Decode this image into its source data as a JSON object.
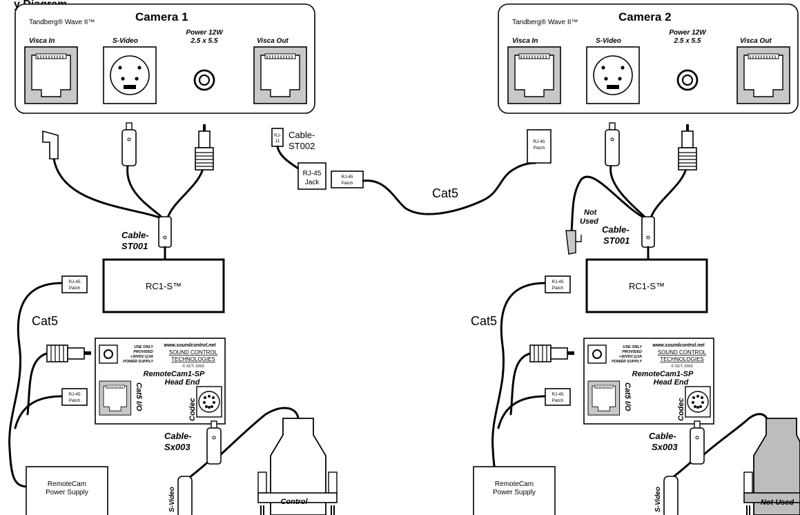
{
  "header_fragment": "y Diagram",
  "camera1": {
    "title": "Camera 1",
    "brand": "Tandberg® Wave II™",
    "visca_in": "Visca In",
    "svideo": "S-Video",
    "power_l1": "Power 12W",
    "power_l2": "2.5 x 5.5",
    "visca_out": "Visca Out"
  },
  "camera2": {
    "title": "Camera 2",
    "brand": "Tandberg® Wave II™",
    "visca_in": "Visca In",
    "svideo": "S-Video",
    "power_l1": "Power 12W",
    "power_l2": "2.5 x 5.5",
    "visca_out": "Visca Out"
  },
  "cables": {
    "st001_l1": "Cable-",
    "st001_l2": "ST001",
    "st002_l1": "Cable-",
    "st002_l2": "ST002",
    "sx003_l1": "Cable-",
    "sx003_l2": "Sx003",
    "cat5": "Cat5",
    "not_used_l1": "Not",
    "not_used_l2": "Used"
  },
  "connectors": {
    "rj45_patch_l1": "RJ-45",
    "rj45_patch_l2": "Patch",
    "rj45_jack_l1": "RJ-45",
    "rj45_jack_l2": "Jack",
    "rj11_l1": "RJ-",
    "rj11_l2": "11",
    "svideo_plug": "S-Video",
    "control": "Control",
    "not_used": "Not Used"
  },
  "rc1s": {
    "label": "RC1-S™"
  },
  "headend": {
    "url": "www.soundcontrol.net",
    "company_l1": "SOUND CONTROL",
    "company_l2": "TECHNOLOGIES",
    "copyright": "© SCT, 2003",
    "warn_l1": "USE ONLY",
    "warn_l2": "PROVIDED",
    "warn_l3": "+30VDC@3A",
    "warn_l4": "POWER SUPPLY",
    "model": "RemoteCam1-SP",
    "type": "Head End",
    "cat5_io": "Cat5 I/O",
    "codec": "Codec"
  },
  "power_supply": {
    "l1": "RemoteCam",
    "l2": "Power Supply"
  }
}
